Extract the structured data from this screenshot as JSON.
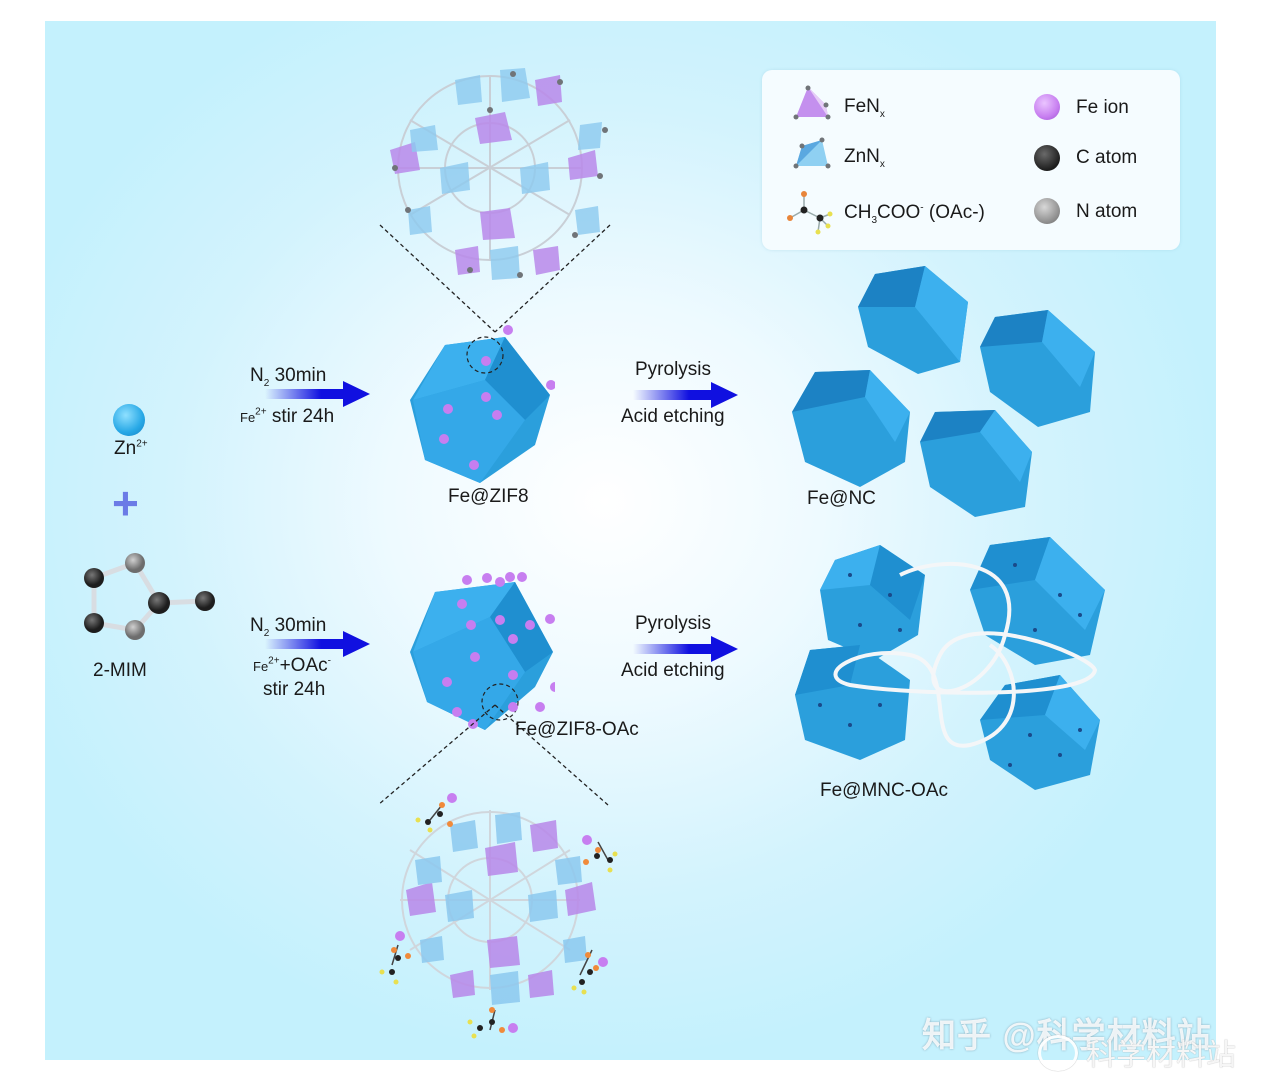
{
  "figure": {
    "background_colors": {
      "panel_edge": "#c4f1fd",
      "panel_center": "#ffffff",
      "page": "#ffffff"
    },
    "accent_colors": {
      "crystal_blue": "#2b9fdc",
      "fe_ion_purple": "#c77ef0",
      "arrow_blue": "#1010e0",
      "plus_blue": "#6b7be6",
      "zn_ion": "#2bb0ec"
    }
  },
  "reactants": {
    "zn_label": "Zn",
    "zn_charge": "2+",
    "plus_sign": "+",
    "ligand_label": "2-MIM"
  },
  "step1_top": {
    "line1_prefix": "N",
    "line1_sub": "2",
    "line1_rest": " 30min",
    "line2_prefix": "Fe",
    "line2_sup": "2+",
    "line2_rest": " stir 24h"
  },
  "step1_bottom": {
    "line1_prefix": "N",
    "line1_sub": "2",
    "line1_rest": " 30min",
    "line2_prefix": "Fe",
    "line2_sup": "2+",
    "line2_mid": "+OAc",
    "line2_sup2": "-",
    "line3": "stir 24h"
  },
  "step2_top": {
    "above": "Pyrolysis",
    "below": "Acid etching"
  },
  "step2_bottom": {
    "above": "Pyrolysis",
    "below": "Acid etching"
  },
  "products": {
    "intermediate_top": "Fe@ZIF8",
    "intermediate_bottom": "Fe@ZIF8-OAc",
    "final_top": "Fe@NC",
    "final_bottom": "Fe@MNC-OAc"
  },
  "legend": {
    "items": [
      {
        "icon": "fenx-tetrahedron-icon",
        "label": "FeN",
        "sub": "x",
        "color": "#c490ee"
      },
      {
        "icon": "znnx-tetrahedron-icon",
        "label": "ZnN",
        "sub": "x",
        "color": "#8fd0f2"
      },
      {
        "icon": "acetate-molecule-icon",
        "label_a": "CH",
        "sub": "3",
        "label_b": "COO",
        "sup": "-",
        "label_c": " (OAc-)"
      },
      {
        "icon": "fe-ion-sphere-icon",
        "label": "Fe ion",
        "color": "#c77ef0"
      },
      {
        "icon": "c-atom-sphere-icon",
        "label": "C atom",
        "color": "#2a2a2a"
      },
      {
        "icon": "n-atom-sphere-icon",
        "label": "N atom",
        "color": "#8a8a8a"
      }
    ]
  },
  "watermark": {
    "text1": "知乎 @科学材料站",
    "text2": "科学材料站"
  }
}
